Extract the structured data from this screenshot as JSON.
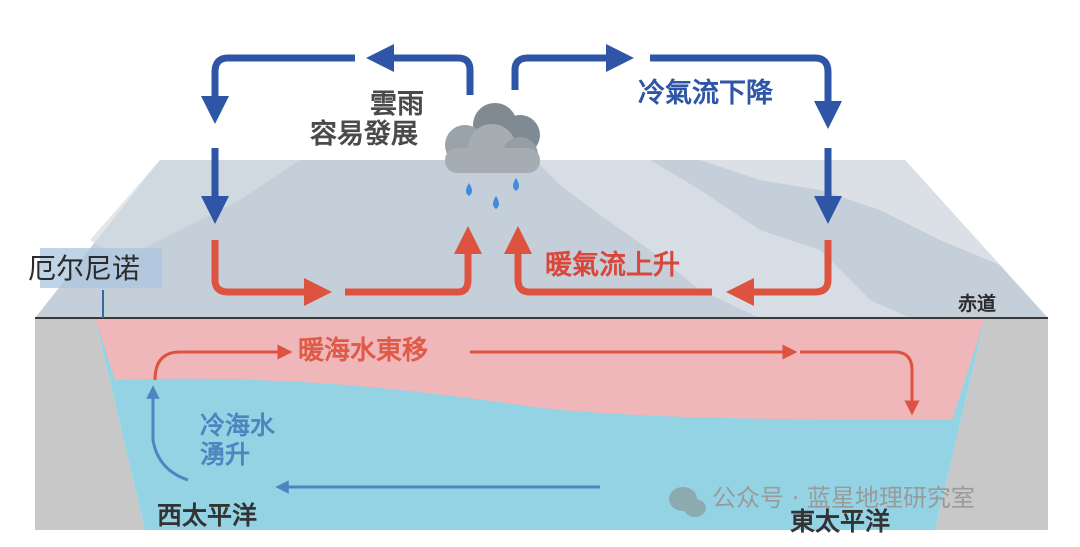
{
  "labels": {
    "rain_line1": "雲雨",
    "rain_line2": "容易發展",
    "cold_air_down": "冷氣流下降",
    "warm_air_up": "暖氣流上升",
    "el_nino": "厄尔尼诺",
    "equator": "赤道",
    "warm_water_east": "暖海水東移",
    "cold_upwell_line1": "冷海水",
    "cold_upwell_line2": "湧升",
    "west_pacific": "西太平洋",
    "east_pacific": "東太平洋",
    "watermark": "公众号 · 蓝星地理研究室"
  },
  "colors": {
    "blue_arrow": "#2f56a6",
    "red_arrow": "#dd5340",
    "warm_water": "#efb7b9",
    "cold_water": "#94d3e3",
    "land_side": "#c8c8c8",
    "map_surface": "#c5cfd9"
  }
}
